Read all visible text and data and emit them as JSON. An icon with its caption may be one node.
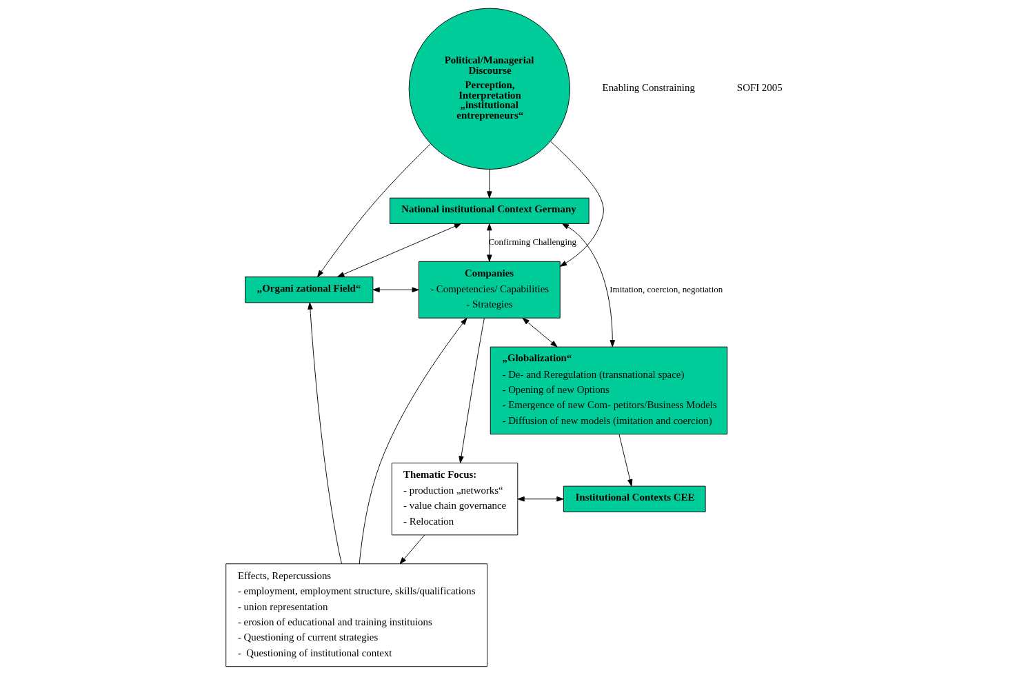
{
  "diagram": {
    "nodes": [
      {
        "text": [
          "National institutional Context Germany"
        ]
      },
      {
        "text": [
          "„Organi zational Field“"
        ]
      },
      {
        "text": [
          "Companies",
          "- Competencies/ Capabilities",
          "- Strategies"
        ]
      },
      {
        "text": [
          "„Globalization“",
          "- De- and Reregulation (transnational space)",
          "- Opening of new Options",
          "- Emergence of new Com- petitors/Business Models",
          "- Diffusion of new models (imitation and coercion)"
        ]
      },
      {
        "text": [
          "Political/Managerial Discourse",
          "Perception, Interpretation „institutional entrepreneurs“"
        ]
      },
      {
        "text": [
          "Thematic Focus:",
          "- production „networks“",
          "- value chain governance",
          "- Relocation"
        ]
      },
      {
        "text": [
          "Institutional Contexts CEE"
        ]
      },
      {
        "text": [
          "Effects, Repercussions",
          "- employment, employment structure, skills/qualifications",
          "- union representation",
          "- erosion of educational and training instituions",
          "- Questioning of current strategies",
          "-  Questioning of institutional context"
        ]
      }
    ],
    "edges": [
      {
        "from": 0,
        "to": 3,
        "arrow": "both",
        "label": "Imitation, coercion, negotiation"
      },
      {
        "from": 2,
        "to": 0,
        "arrow": "both",
        "label": "Confirming Challenging"
      },
      {
        "from": 0,
        "to": 1,
        "arrow": "both"
      },
      {
        "from": 1,
        "to": 2,
        "arrow": "both"
      },
      {
        "from": 2,
        "to": 3,
        "arrow": "both"
      },
      {
        "from": 4,
        "to": 0,
        "arrow": "to"
      },
      {
        "from": 2,
        "to": 5,
        "arrow": "to"
      },
      {
        "from": 5,
        "to": 6,
        "arrow": "both"
      },
      {
        "from": 3,
        "to": 6,
        "arrow": "to"
      },
      {
        "from": 5,
        "to": 7,
        "arrow": "to"
      },
      {
        "from": 7,
        "to": 1,
        "arrow": "to"
      },
      {
        "from": 7,
        "to": 2,
        "arrow": "to"
      },
      {
        "from": 4,
        "to": 1,
        "arrow": "to"
      },
      {
        "from": 4,
        "to": 2,
        "arrow": "to"
      }
    ],
    "labels": [
      "Enabling Constraining",
      "SOFI 2005"
    ]
  }
}
